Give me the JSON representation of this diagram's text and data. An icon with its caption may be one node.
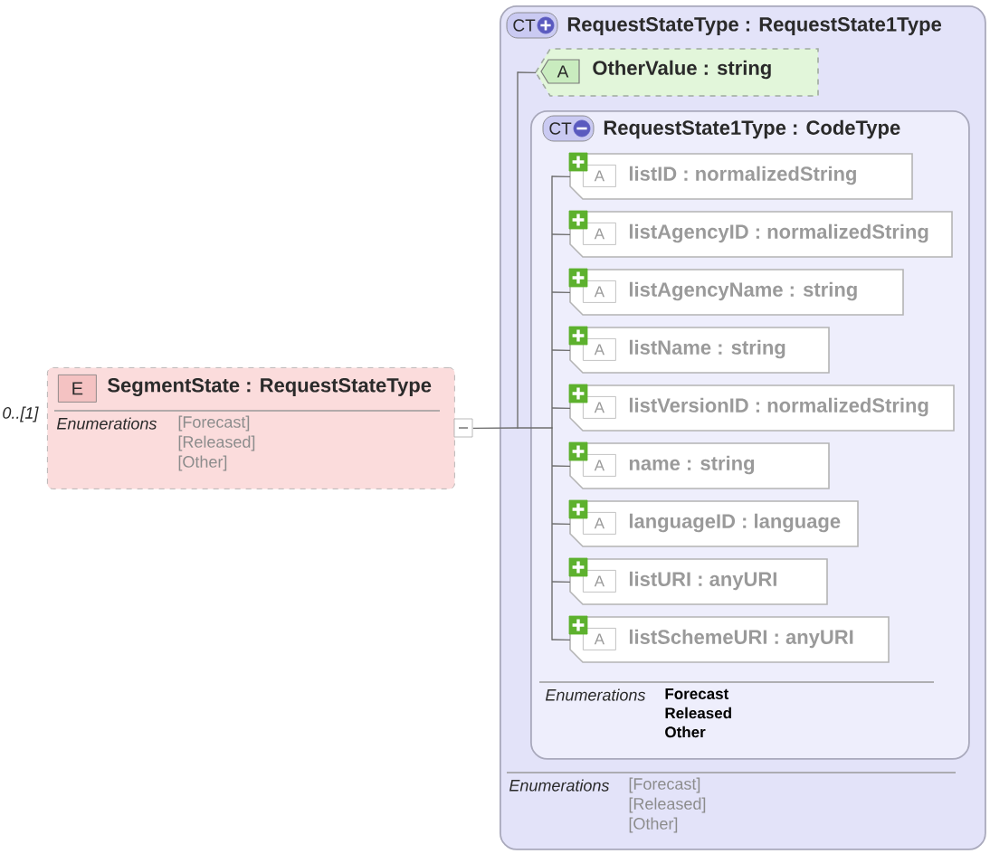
{
  "diagram": {
    "nodes": [
      {
        "text": [
          "E",
          "SegmentState : RequestStateType",
          "Enumerations",
          "[Forecast]",
          "[Released]",
          "[Other]"
        ],
        "beside": [
          "0..[1]"
        ]
      },
      {
        "text": [
          "CT",
          "RequestStateType : RequestState1Type",
          "Enumerations",
          "[Forecast]",
          "[Released]",
          "[Other]"
        ]
      },
      {
        "text": [
          "A",
          "OtherValue : string"
        ],
        "in": 1
      },
      {
        "text": [
          "CT",
          "RequestState1Type : CodeType",
          "Enumerations",
          "Forecast",
          "Released",
          "Other"
        ],
        "in": 1
      },
      {
        "text": [
          "A",
          "listID : normalizedString"
        ],
        "in": 3
      },
      {
        "text": [
          "A",
          "listAgencyID : normalizedString"
        ],
        "in": 3
      },
      {
        "text": [
          "A",
          "listAgencyName : string"
        ],
        "in": 3
      },
      {
        "text": [
          "A",
          "listName : string"
        ],
        "in": 3
      },
      {
        "text": [
          "A",
          "listVersionID : normalizedString"
        ],
        "in": 3
      },
      {
        "text": [
          "A",
          "name : string"
        ],
        "in": 3
      },
      {
        "text": [
          "A",
          "languageID : language"
        ],
        "in": 3
      },
      {
        "text": [
          "A",
          "listURI : anyURI"
        ],
        "in": 3
      },
      {
        "text": [
          "A",
          "listSchemeURI : anyURI"
        ],
        "in": 3
      }
    ],
    "edges": [
      {
        "from": 0,
        "to": 2,
        "arrow": "none"
      },
      {
        "from": 0,
        "to": 4,
        "arrow": "none"
      },
      {
        "from": 0,
        "to": 5,
        "arrow": "none"
      },
      {
        "from": 0,
        "to": 6,
        "arrow": "none"
      },
      {
        "from": 0,
        "to": 7,
        "arrow": "none"
      },
      {
        "from": 0,
        "to": 8,
        "arrow": "none"
      },
      {
        "from": 0,
        "to": 9,
        "arrow": "none"
      },
      {
        "from": 0,
        "to": 10,
        "arrow": "none"
      },
      {
        "from": 0,
        "to": 11,
        "arrow": "none"
      },
      {
        "from": 0,
        "to": 12,
        "arrow": "none"
      }
    ]
  }
}
